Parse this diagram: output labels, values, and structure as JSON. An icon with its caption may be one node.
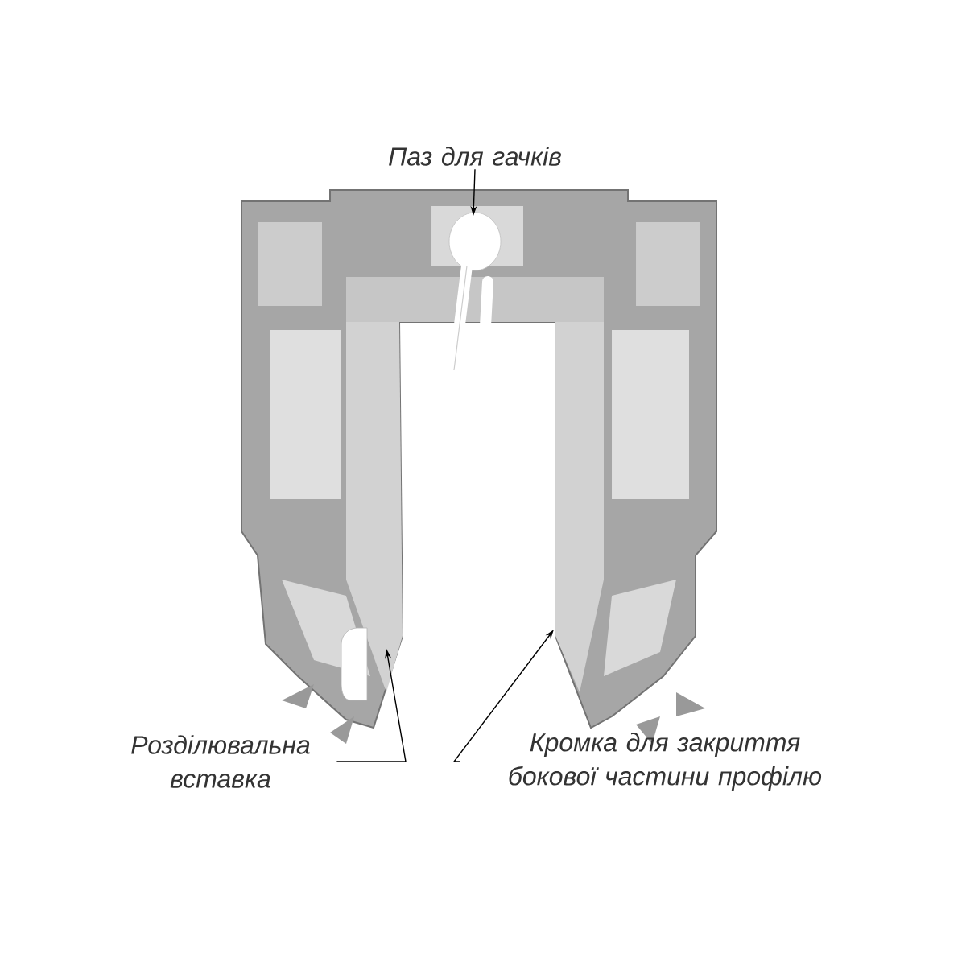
{
  "diagram": {
    "nodes": [
      {
        "text": [
          "Паз для гачків"
        ]
      },
      {
        "text": [
          "Розділювальна вставка"
        ]
      },
      {
        "text": [
          "Кромка для закриття бокової частини профілю"
        ]
      }
    ],
    "edges": [
      {
        "from": 0,
        "to": null,
        "arrow": "to"
      },
      {
        "from": 1,
        "to": null,
        "arrow": "to"
      },
      {
        "from": 2,
        "to": null,
        "arrow": "to"
      }
    ]
  }
}
